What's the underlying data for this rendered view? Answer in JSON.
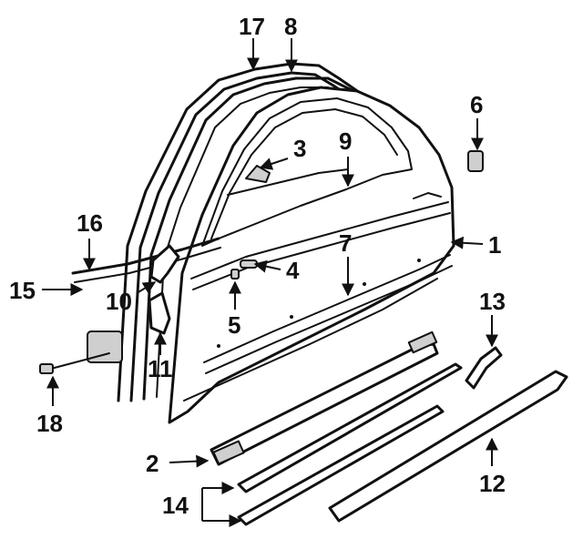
{
  "callouts": [
    {
      "id": "1",
      "label": "1"
    },
    {
      "id": "2",
      "label": "2"
    },
    {
      "id": "3",
      "label": "3"
    },
    {
      "id": "4",
      "label": "4"
    },
    {
      "id": "5",
      "label": "5"
    },
    {
      "id": "6",
      "label": "6"
    },
    {
      "id": "7",
      "label": "7"
    },
    {
      "id": "8",
      "label": "8"
    },
    {
      "id": "9",
      "label": "9"
    },
    {
      "id": "10",
      "label": "10"
    },
    {
      "id": "11",
      "label": "11"
    },
    {
      "id": "12",
      "label": "12"
    },
    {
      "id": "13",
      "label": "13"
    },
    {
      "id": "14",
      "label": "14"
    },
    {
      "id": "15",
      "label": "15"
    },
    {
      "id": "16",
      "label": "16"
    },
    {
      "id": "17",
      "label": "17"
    },
    {
      "id": "18",
      "label": "18"
    }
  ],
  "colors": {
    "ink": "#111111",
    "background": "#ffffff"
  }
}
